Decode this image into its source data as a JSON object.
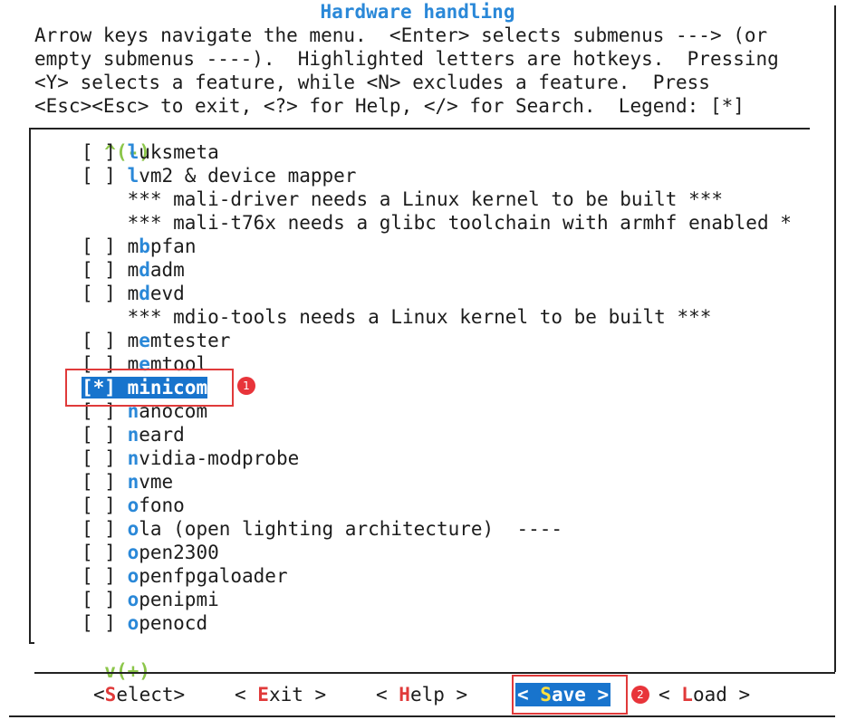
{
  "window": {
    "title": "Hardware handling"
  },
  "help_text": [
    "Arrow keys navigate the menu.  <Enter> selects submenus ---> (or",
    "empty submenus ----).  Highlighted letters are hotkeys.  Pressing",
    "<Y> selects a feature, while <N> excludes a feature.  Press",
    "<Esc><Esc> to exit, <?> for Help, </> for Search.  Legend: [*]"
  ],
  "scroll_up": "^(-)",
  "scroll_down": "v(+)",
  "menu": {
    "items": [
      {
        "prefix": "[ ] ",
        "hot": "l",
        "rest": "uksmeta"
      },
      {
        "prefix": "[ ] ",
        "hot": "l",
        "rest": "vm2 & device mapper"
      },
      {
        "prefix": "    ",
        "hot": "",
        "rest": "*** mali-driver needs a Linux kernel to be built ***"
      },
      {
        "prefix": "    ",
        "hot": "",
        "rest": "*** mali-t76x needs a glibc toolchain with armhf enabled *"
      },
      {
        "prefix": "[ ] ",
        "pre": "m",
        "hot": "b",
        "rest": "pfan"
      },
      {
        "prefix": "[ ] ",
        "pre": "m",
        "hot": "d",
        "rest": "adm"
      },
      {
        "prefix": "[ ] ",
        "pre": "m",
        "hot": "d",
        "rest": "evd"
      },
      {
        "prefix": "    ",
        "hot": "",
        "rest": "*** mdio-tools needs a Linux kernel to be built ***"
      },
      {
        "prefix": "[ ] ",
        "pre": "m",
        "hot": "e",
        "rest": "mtester"
      },
      {
        "prefix": "[ ] ",
        "pre": "m",
        "hot": "e",
        "rest": "mtool"
      },
      {
        "prefix": "[*] ",
        "pre": "m",
        "hot": "i",
        "rest": "nicom"
      },
      {
        "prefix": "[ ] ",
        "hot": "n",
        "rest": "anocom"
      },
      {
        "prefix": "[ ] ",
        "hot": "n",
        "rest": "eard"
      },
      {
        "prefix": "[ ] ",
        "hot": "n",
        "rest": "vidia-modprobe"
      },
      {
        "prefix": "[ ] ",
        "hot": "n",
        "rest": "vme"
      },
      {
        "prefix": "[ ] ",
        "hot": "o",
        "rest": "fono"
      },
      {
        "prefix": "[ ] ",
        "hot": "o",
        "rest": "la (open lighting architecture)  ----"
      },
      {
        "prefix": "[ ] ",
        "hot": "o",
        "rest": "pen2300"
      },
      {
        "prefix": "[ ] ",
        "hot": "o",
        "rest": "penfpgaloader"
      },
      {
        "prefix": "[ ] ",
        "hot": "o",
        "rest": "penipmi"
      },
      {
        "prefix": "[ ] ",
        "hot": "o",
        "rest": "penocd"
      }
    ]
  },
  "buttons": {
    "select": {
      "pre": "<",
      "hot": "S",
      "rest": "elect>"
    },
    "exit": {
      "pre": "< ",
      "hot": "E",
      "rest": "xit >"
    },
    "help": {
      "pre": "< ",
      "hot": "H",
      "rest": "elp >"
    },
    "save": {
      "pre": "< ",
      "hot": "S",
      "rest": "ave >"
    },
    "load": {
      "pre": "< ",
      "hot": "L",
      "rest": "oad >"
    }
  },
  "annotations": {
    "badge1": "1",
    "badge2": "2"
  },
  "colors": {
    "accent": "#2a88d8",
    "selection": "#1874cd",
    "scroll_indicator": "#8cc64a",
    "annotation_red": "#e03a3a"
  }
}
